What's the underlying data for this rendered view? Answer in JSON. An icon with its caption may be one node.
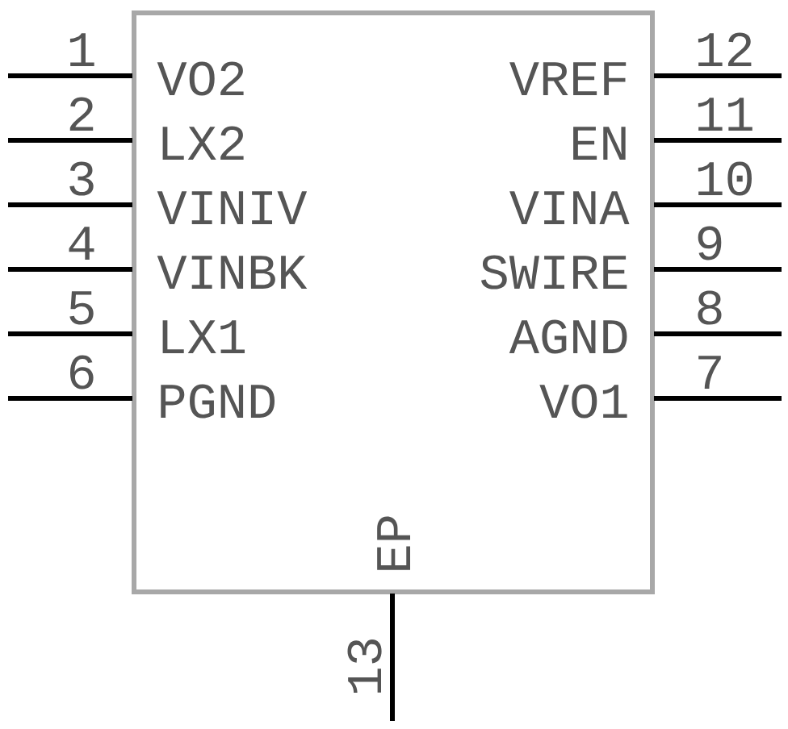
{
  "diagram": {
    "labels": [
      "1",
      "VO2",
      "VREF",
      "12",
      "2",
      "LX2",
      "EN",
      "11",
      "3",
      "VINIV",
      "VINA",
      "10",
      "4",
      "VINBK",
      "SWIRE",
      "9",
      "5",
      "LX1",
      "AGND",
      "8",
      "6",
      "PGND",
      "VO1",
      "7",
      "EP",
      "13"
    ]
  }
}
